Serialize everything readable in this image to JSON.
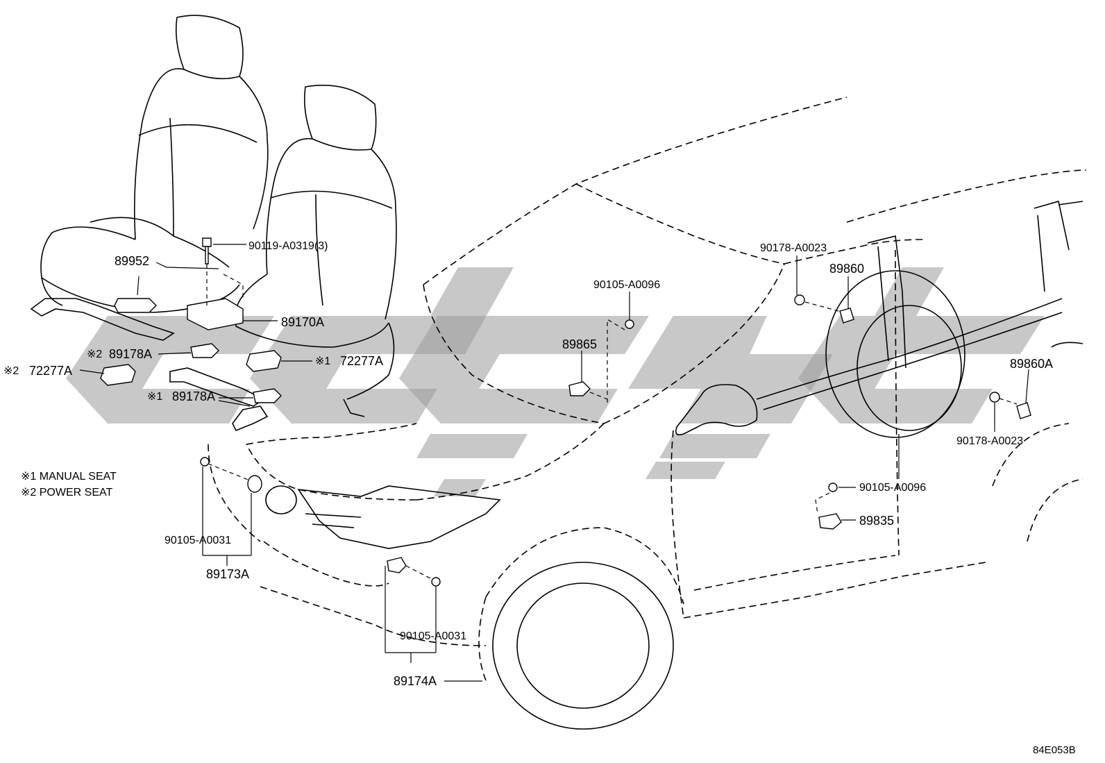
{
  "labels": {
    "p89952": "89952",
    "p90119": "90119-A0319(3)",
    "p89170A": "89170A",
    "p89178A_pw": "89178A",
    "p72277A_pw": "72277A",
    "p72277A_man": "72277A",
    "p89178A_man": "89178A",
    "p90105_A0096_a": "90105-A0096",
    "p89865": "89865",
    "p90178_A0023_a": "90178-A0023",
    "p89860": "89860",
    "p89860A": "89860A",
    "p90178_A0023_b": "90178-A0023",
    "p90105_A0096_b": "90105-A0096",
    "p89835": "89835",
    "p90105_A0031_a": "90105-A0031",
    "p89173A": "89173A",
    "p90105_A0031_b": "90105-A0031",
    "p89174A": "89174A"
  },
  "marks": {
    "m1": "※1",
    "m2": "※2"
  },
  "notes": {
    "note1": "※1 MANUAL SEAT",
    "note2": "※2 POWER SEAT"
  },
  "diagram_code": "84E053B",
  "colors": {
    "line": "#000000",
    "watermark": "#9a9a9a",
    "background": "#ffffff"
  }
}
